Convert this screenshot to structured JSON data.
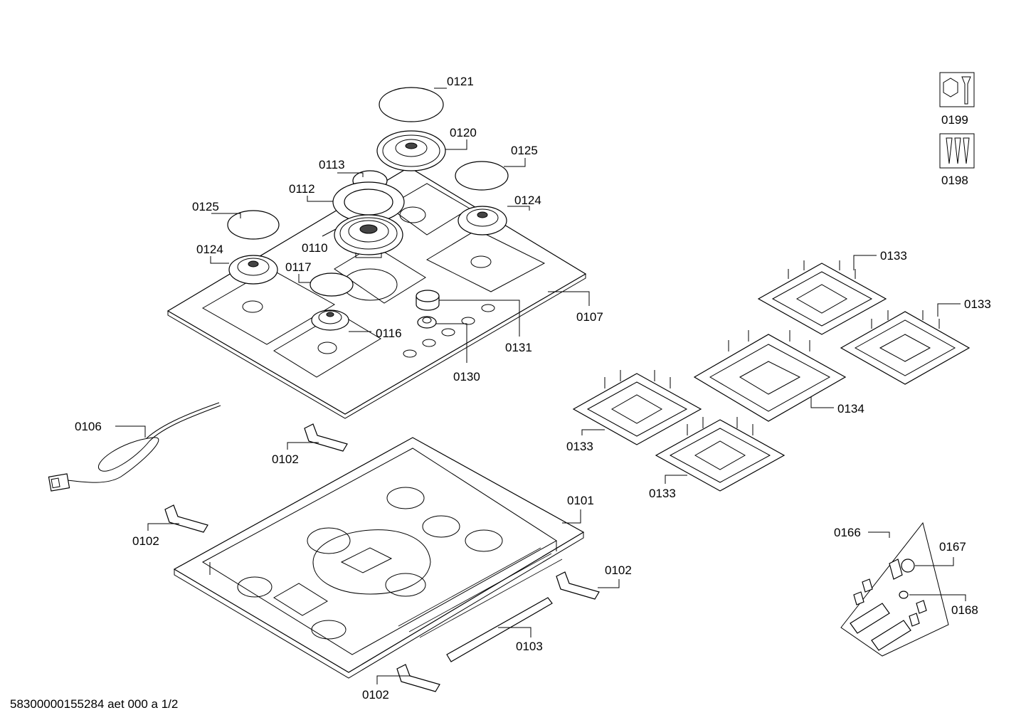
{
  "footer": "58300000155284 aet 000 a 1/2",
  "callouts": {
    "c0121": "0121",
    "c0120": "0120",
    "c0125a": "0125",
    "c0113": "0113",
    "c0112": "0112",
    "c0125b": "0125",
    "c0124a": "0124",
    "c0110": "0110",
    "c0124b": "0124",
    "c0117": "0117",
    "c0107": "0107",
    "c0131": "0131",
    "c0116": "0116",
    "c0130": "0130",
    "c0133a": "0133",
    "c0133b": "0133",
    "c0134": "0134",
    "c0133c": "0133",
    "c0133d": "0133",
    "c0106": "0106",
    "c0102a": "0102",
    "c0101": "0101",
    "c0102b": "0102",
    "c0102c": "0102",
    "c0103": "0103",
    "c0102d": "0102",
    "c0166": "0166",
    "c0167": "0167",
    "c0168": "0168",
    "c0199": "0199",
    "c0198": "0198"
  },
  "icons": {
    "service_kit": "wrench-nut-icon",
    "screw_kit": "screws-icon"
  }
}
